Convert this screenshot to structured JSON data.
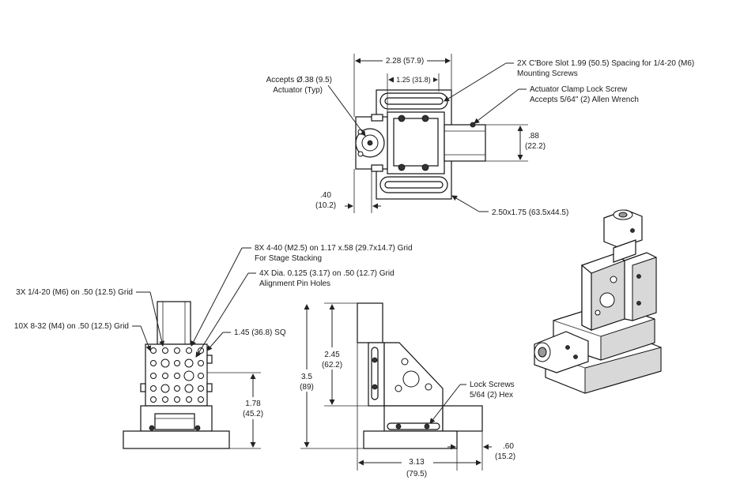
{
  "top_view": {
    "width_total": "2.28 (57.9)",
    "width_inner": "1.25 (31.8)",
    "cbore_note_line1": "2X C'Bore Slot 1.99 (50.5) Spacing for 1/4-20 (M6)",
    "cbore_note_line2": "Mounting Screws",
    "actuator_note_line1": "Accepts Ø.38 (9.5)",
    "actuator_note_line2": "Actuator (Typ)",
    "clamp_note_line1": "Actuator Clamp Lock Screw",
    "clamp_note_line2": "Accepts 5/64\" (2) Allen Wrench",
    "dim_88_line1": ".88",
    "dim_88_line2": "(22.2)",
    "dim_40_line1": ".40",
    "dim_40_line2": "(10.2)",
    "base_size": "2.50x1.75 (63.5x44.5)"
  },
  "front_view": {
    "stack_note_line1": "8X 4-40 (M2.5) on 1.17 x.58 (29.7x14.7) Grid",
    "stack_note_line2": "For Stage Stacking",
    "pin_note_line1": "4X Dia. 0.125 (3.17) on .50 (12.7) Grid",
    "pin_note_line2": "Alignment Pin Holes",
    "grid_m6": "3X 1/4-20 (M6) on .50 (12.5) Grid",
    "grid_m4": "10X 8-32 (M4) on .50 (12.5) Grid",
    "square_size": "1.45 (36.8) SQ",
    "dim_178_line1": "1.78",
    "dim_178_line2": "(45.2)"
  },
  "side_view": {
    "dim_245_line1": "2.45",
    "dim_245_line2": "(62.2)",
    "dim_35_line1": "3.5",
    "dim_35_line2": "(89)",
    "lock_note_line1": "Lock Screws",
    "lock_note_line2": "5/64 (2) Hex",
    "dim_60_line1": ".60",
    "dim_60_line2": "(15.2)",
    "dim_313_line1": "3.13",
    "dim_313_line2": "(79.5)"
  }
}
